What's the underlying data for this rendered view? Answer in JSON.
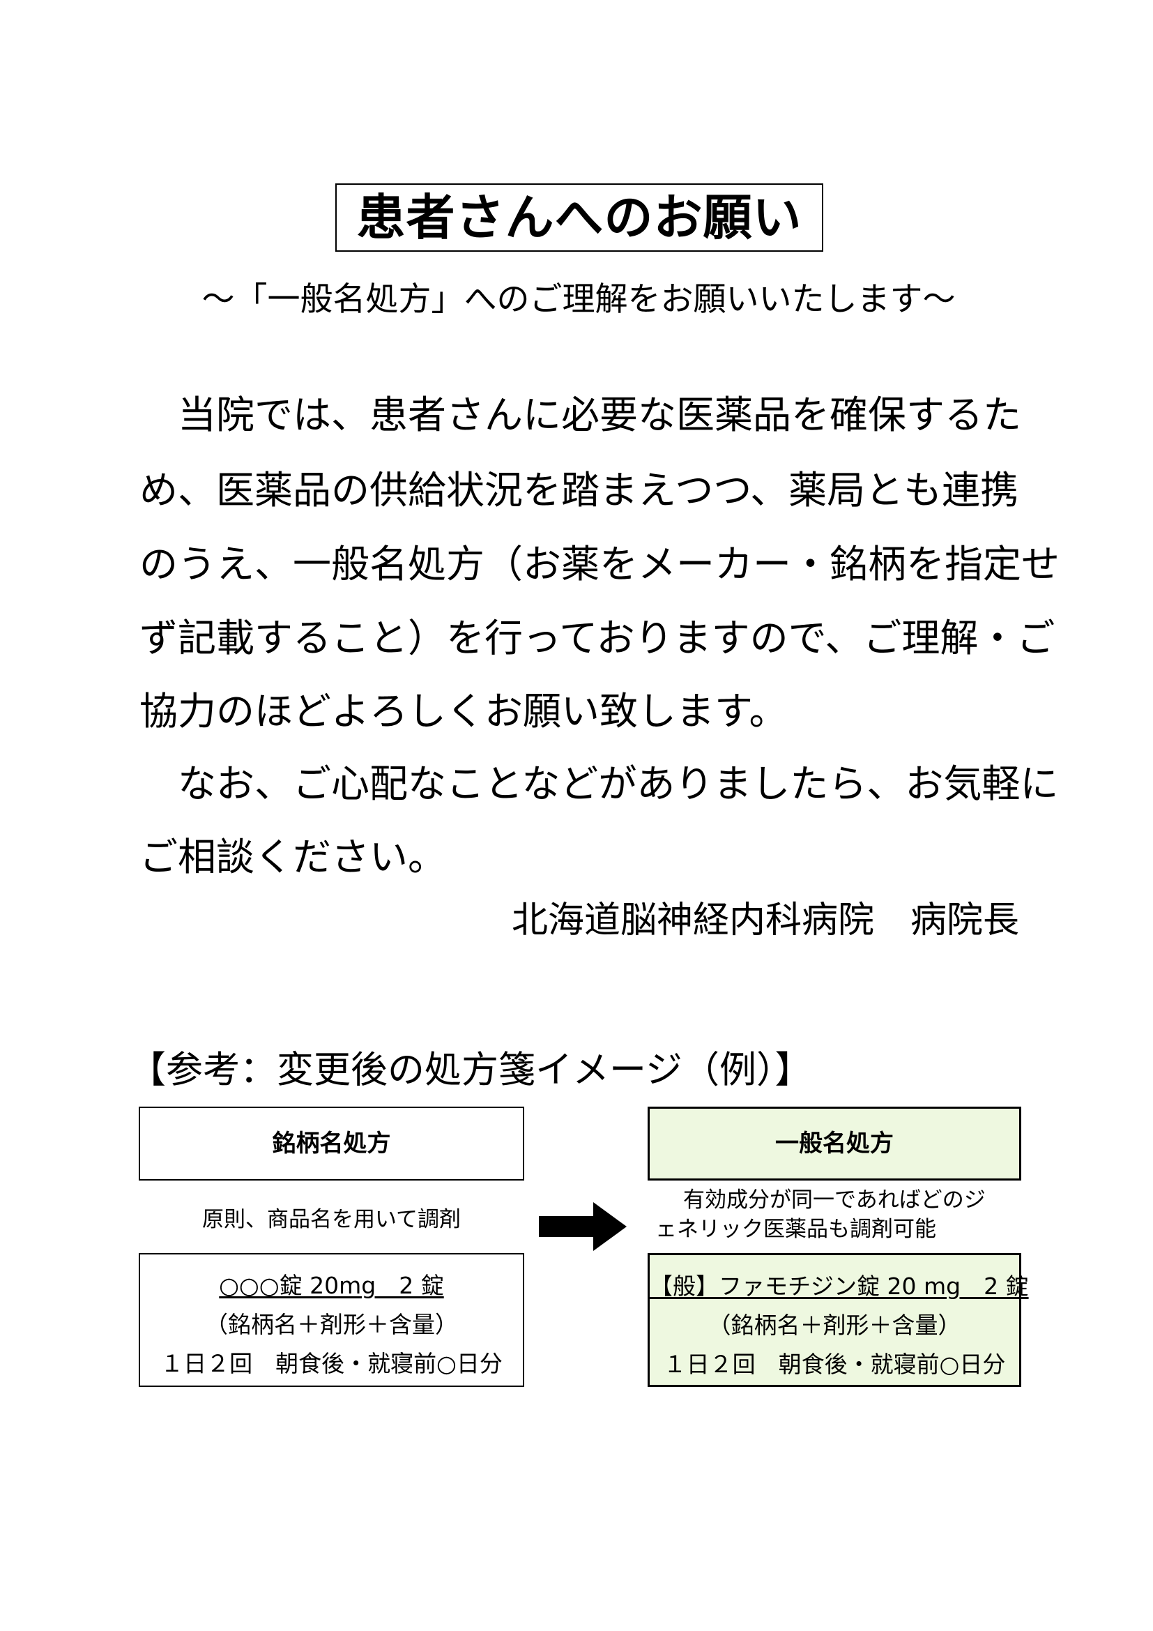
{
  "title": "患者さんへのお願い",
  "subtitle": "～「一般名処方」へのご理解をお願いいたします～",
  "body": {
    "lines": [
      "　当院では、患者さんに必要な医薬品を確保するた",
      "め、医薬品の供給状況を踏まえつつ、薬局とも連携",
      "のうえ、一般名処方（お薬をメーカー・銘柄を指定せ",
      "ず記載すること）を行っておりますので、ご理解・ご",
      "協力のほどよろしくお願い致します。",
      "　なお、ご心配なことなどがありましたら、お気軽に",
      "ご相談ください。"
    ],
    "signature": "北海道脳神経内科病院　病院長"
  },
  "reference": {
    "heading": "【参考：変更後の処方箋イメージ（例）】",
    "left": {
      "header": "銘柄名処方",
      "note": "原則、商品名を用いて調剤",
      "drug": "○○○錠 20mg　2 錠",
      "form": "（銘柄名＋剤形＋含量）",
      "dosage": "１日２回　朝食後・就寝前○日分"
    },
    "right": {
      "header": "一般名処方",
      "note_line1": "有効成分が同一であればどのジ",
      "note_line2": "ェネリック医薬品も調剤可能",
      "drug": "【般】ファモチジン錠 20 mg　2 錠",
      "form": "（銘柄名＋剤形＋含量）",
      "dosage": "１日２回　朝食後・就寝前○日分"
    },
    "colors": {
      "generic_box_fill": "#eef8e0",
      "border": "#000000"
    }
  }
}
